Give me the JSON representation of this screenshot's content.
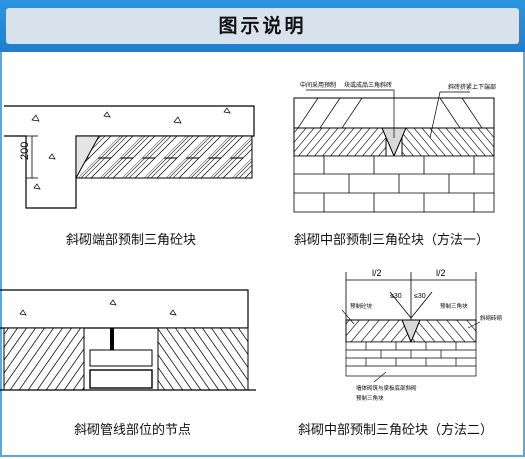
{
  "header": {
    "title": "图示说明"
  },
  "captions": {
    "top_left": "斜砌端部预制三角砼块",
    "top_right": "斜砌中部预制三角砼块（方法一）",
    "bottom_left": "斜砌管线部位的节点",
    "bottom_right": "斜砌中部预制三角砼块（方法二）"
  },
  "annotations": {
    "dim_200": "200",
    "label_middle_precast": "中间采用预制",
    "label_triangle_block": "块或成品三角斜砖",
    "label_slant_brick": "斜砖挤紧上下端部",
    "dim_half_left": "l/2",
    "dim_half_right": "l/2",
    "dim_angle_left": "≤30",
    "dim_angle_right": "≤30",
    "label_precast_block": "预制砼块",
    "label_triangle_piece": "预制三角块",
    "label_side_note": "斜砌砖砌",
    "label_bottom_note": "墙体砌筑与梁板底部斜砌",
    "label_bottom_note2": "预制三角块"
  }
}
